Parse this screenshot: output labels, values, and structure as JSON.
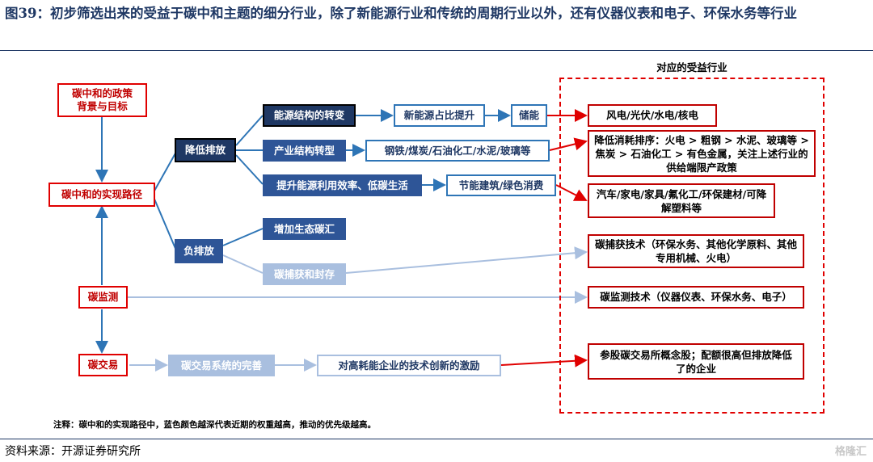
{
  "header": {
    "title": "图39：初步筛选出来的受益于碳中和主题的细分行业，除了新能源行业和传统的周期行业以外，还有仪器仪表和电子、环保水务等行业"
  },
  "diagram": {
    "benefit_area_label": "对应的受益行业",
    "left": {
      "policy": "碳中和的政策背景与目标",
      "path": "碳中和的实现路径",
      "monitor": "碳监测",
      "trade": "碳交易"
    },
    "level2": {
      "reduce": "降低排放",
      "negative": "负排放"
    },
    "level3": {
      "energy_structure": "能源结构的转变",
      "industry_structure": "产业结构转型",
      "efficiency": "提升能源利用效率、低碳生活",
      "eco_sink": "增加生态碳汇",
      "ccs": "碳捕获和封存",
      "trade_system": "碳交易系统的完善"
    },
    "level4": {
      "new_energy": "新能源占比提升",
      "storage": "储能",
      "heavy_industry": "钢铁/煤炭/石油化工/水泥/玻璃等",
      "green": "节能建筑/绿色消费",
      "incentive": "对高耗能企业的技术创新的激励"
    },
    "benefits": {
      "b1": "风电/光伏/水电/核电",
      "b2": "降低消耗排序：火电 > 粗钢 > 水泥、玻璃等 > 焦炭 > 石油化工 > 有色金属，关注上述行业的供给端限产政策",
      "b3": "汽车/家电/家具/氟化工/环保建材/可降解塑料等",
      "b4": "碳捕获技术（环保水务、其他化学原料、其他专用机械、火电）",
      "b5": "碳监测技术（仪器仪表、环保水务、电子）",
      "b6": "参股碳交易所概念股；配额很高但排放降低了的企业"
    },
    "note": "注释：碳中和的实现路径中，蓝色颜色越深代表近期的权重越高，推动的优先级越高。"
  },
  "footer": {
    "source": "资料来源：开源证券研究所",
    "watermark": "格隆汇"
  },
  "colors": {
    "title": "#1f3864",
    "red": "#e00000",
    "dark_blue": "#1f3864",
    "mid_blue": "#2e5597",
    "light_blue": "#a9bfdf"
  }
}
